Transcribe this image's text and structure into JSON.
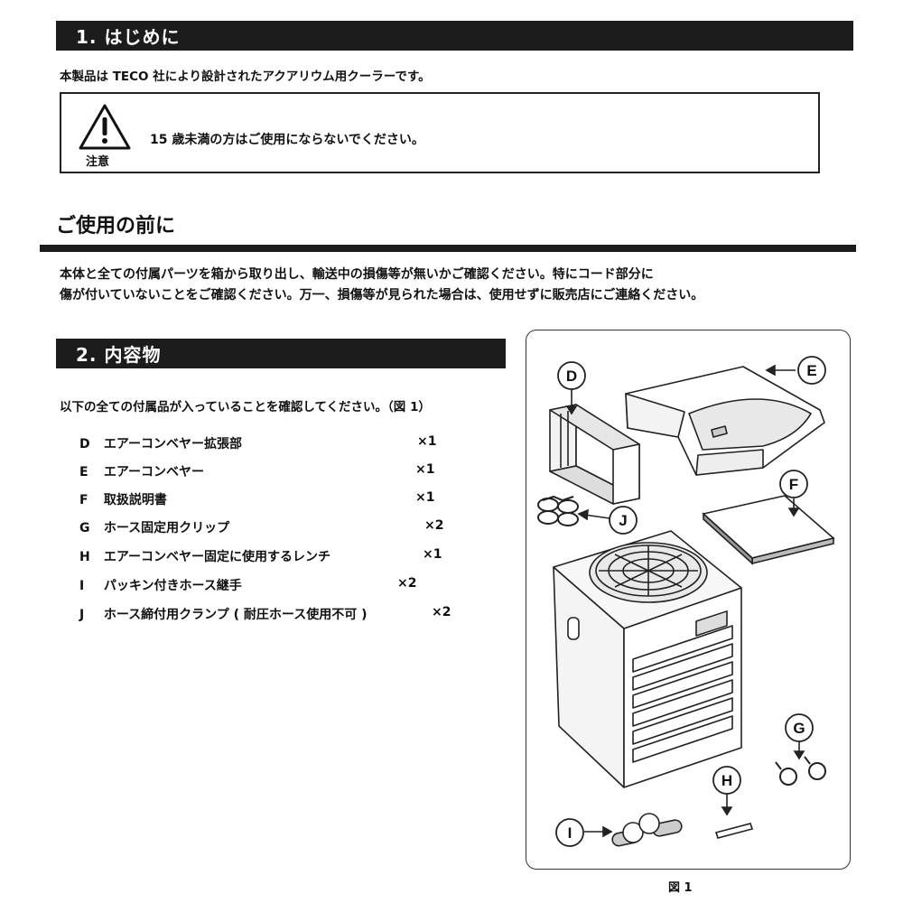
{
  "section1": {
    "heading": "1. はじめに",
    "intro": "本製品は TECO 社により設計されたアクアリウム用クーラーです。",
    "caution": {
      "label": "注意",
      "text": "15 歳未満の方はご使用にならないでください。",
      "icon": "warning-triangle-icon"
    }
  },
  "before_use": {
    "heading": "ご使用の前に",
    "line1": "本体と全ての付属パーツを箱から取り出し、輸送中の損傷等が無いかご確認ください。特にコード部分に",
    "line2": "傷が付いていないことをご確認ください。万一、損傷等が見られた場合は、使用せずに販売店にご連絡ください。"
  },
  "section2": {
    "heading": "2. 内容物",
    "intro": "以下の全ての付属品が入っていることを確認してください。（図 1）",
    "items": [
      {
        "letter": "D",
        "name": "エアーコンベヤー拡張部",
        "qty": "×1"
      },
      {
        "letter": "E",
        "name": "エアーコンベヤー",
        "qty": "×1"
      },
      {
        "letter": "F",
        "name": "取扱説明書",
        "qty": "×1"
      },
      {
        "letter": "G",
        "name": "ホース固定用クリップ",
        "qty": "×2"
      },
      {
        "letter": "H",
        "name": "エアーコンベヤー固定に使用するレンチ",
        "qty": "×1"
      },
      {
        "letter": "I",
        "name": "パッキン付きホース継手",
        "qty": "×2"
      },
      {
        "letter": "J",
        "name": "ホース締付用クランプ ( 耐圧ホース使用不可 )",
        "qty": "×2"
      }
    ]
  },
  "figure": {
    "caption": "図 1",
    "labels": {
      "D": "D",
      "E": "E",
      "F": "F",
      "G": "G",
      "H": "H",
      "I": "I",
      "J": "J"
    }
  }
}
